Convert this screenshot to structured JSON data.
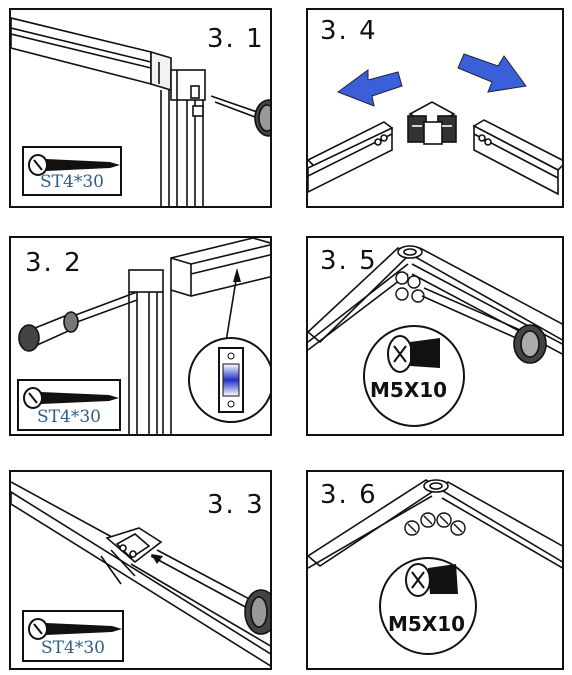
{
  "steps": {
    "s31": {
      "label": "3. 1",
      "screw": "ST4*30"
    },
    "s32": {
      "label": "3. 2",
      "screw": "ST4*30"
    },
    "s33": {
      "label": "3. 3",
      "screw": "ST4*30"
    },
    "s34": {
      "label": "3. 4"
    },
    "s35": {
      "label": "3. 5",
      "screw": "M5X10"
    },
    "s36": {
      "label": "3. 6",
      "screw": "M5X10"
    }
  },
  "colors": {
    "arrow": "#3a5fd9",
    "screw_label": "#2a5e8a",
    "slot_gradient": "#2030c8"
  }
}
